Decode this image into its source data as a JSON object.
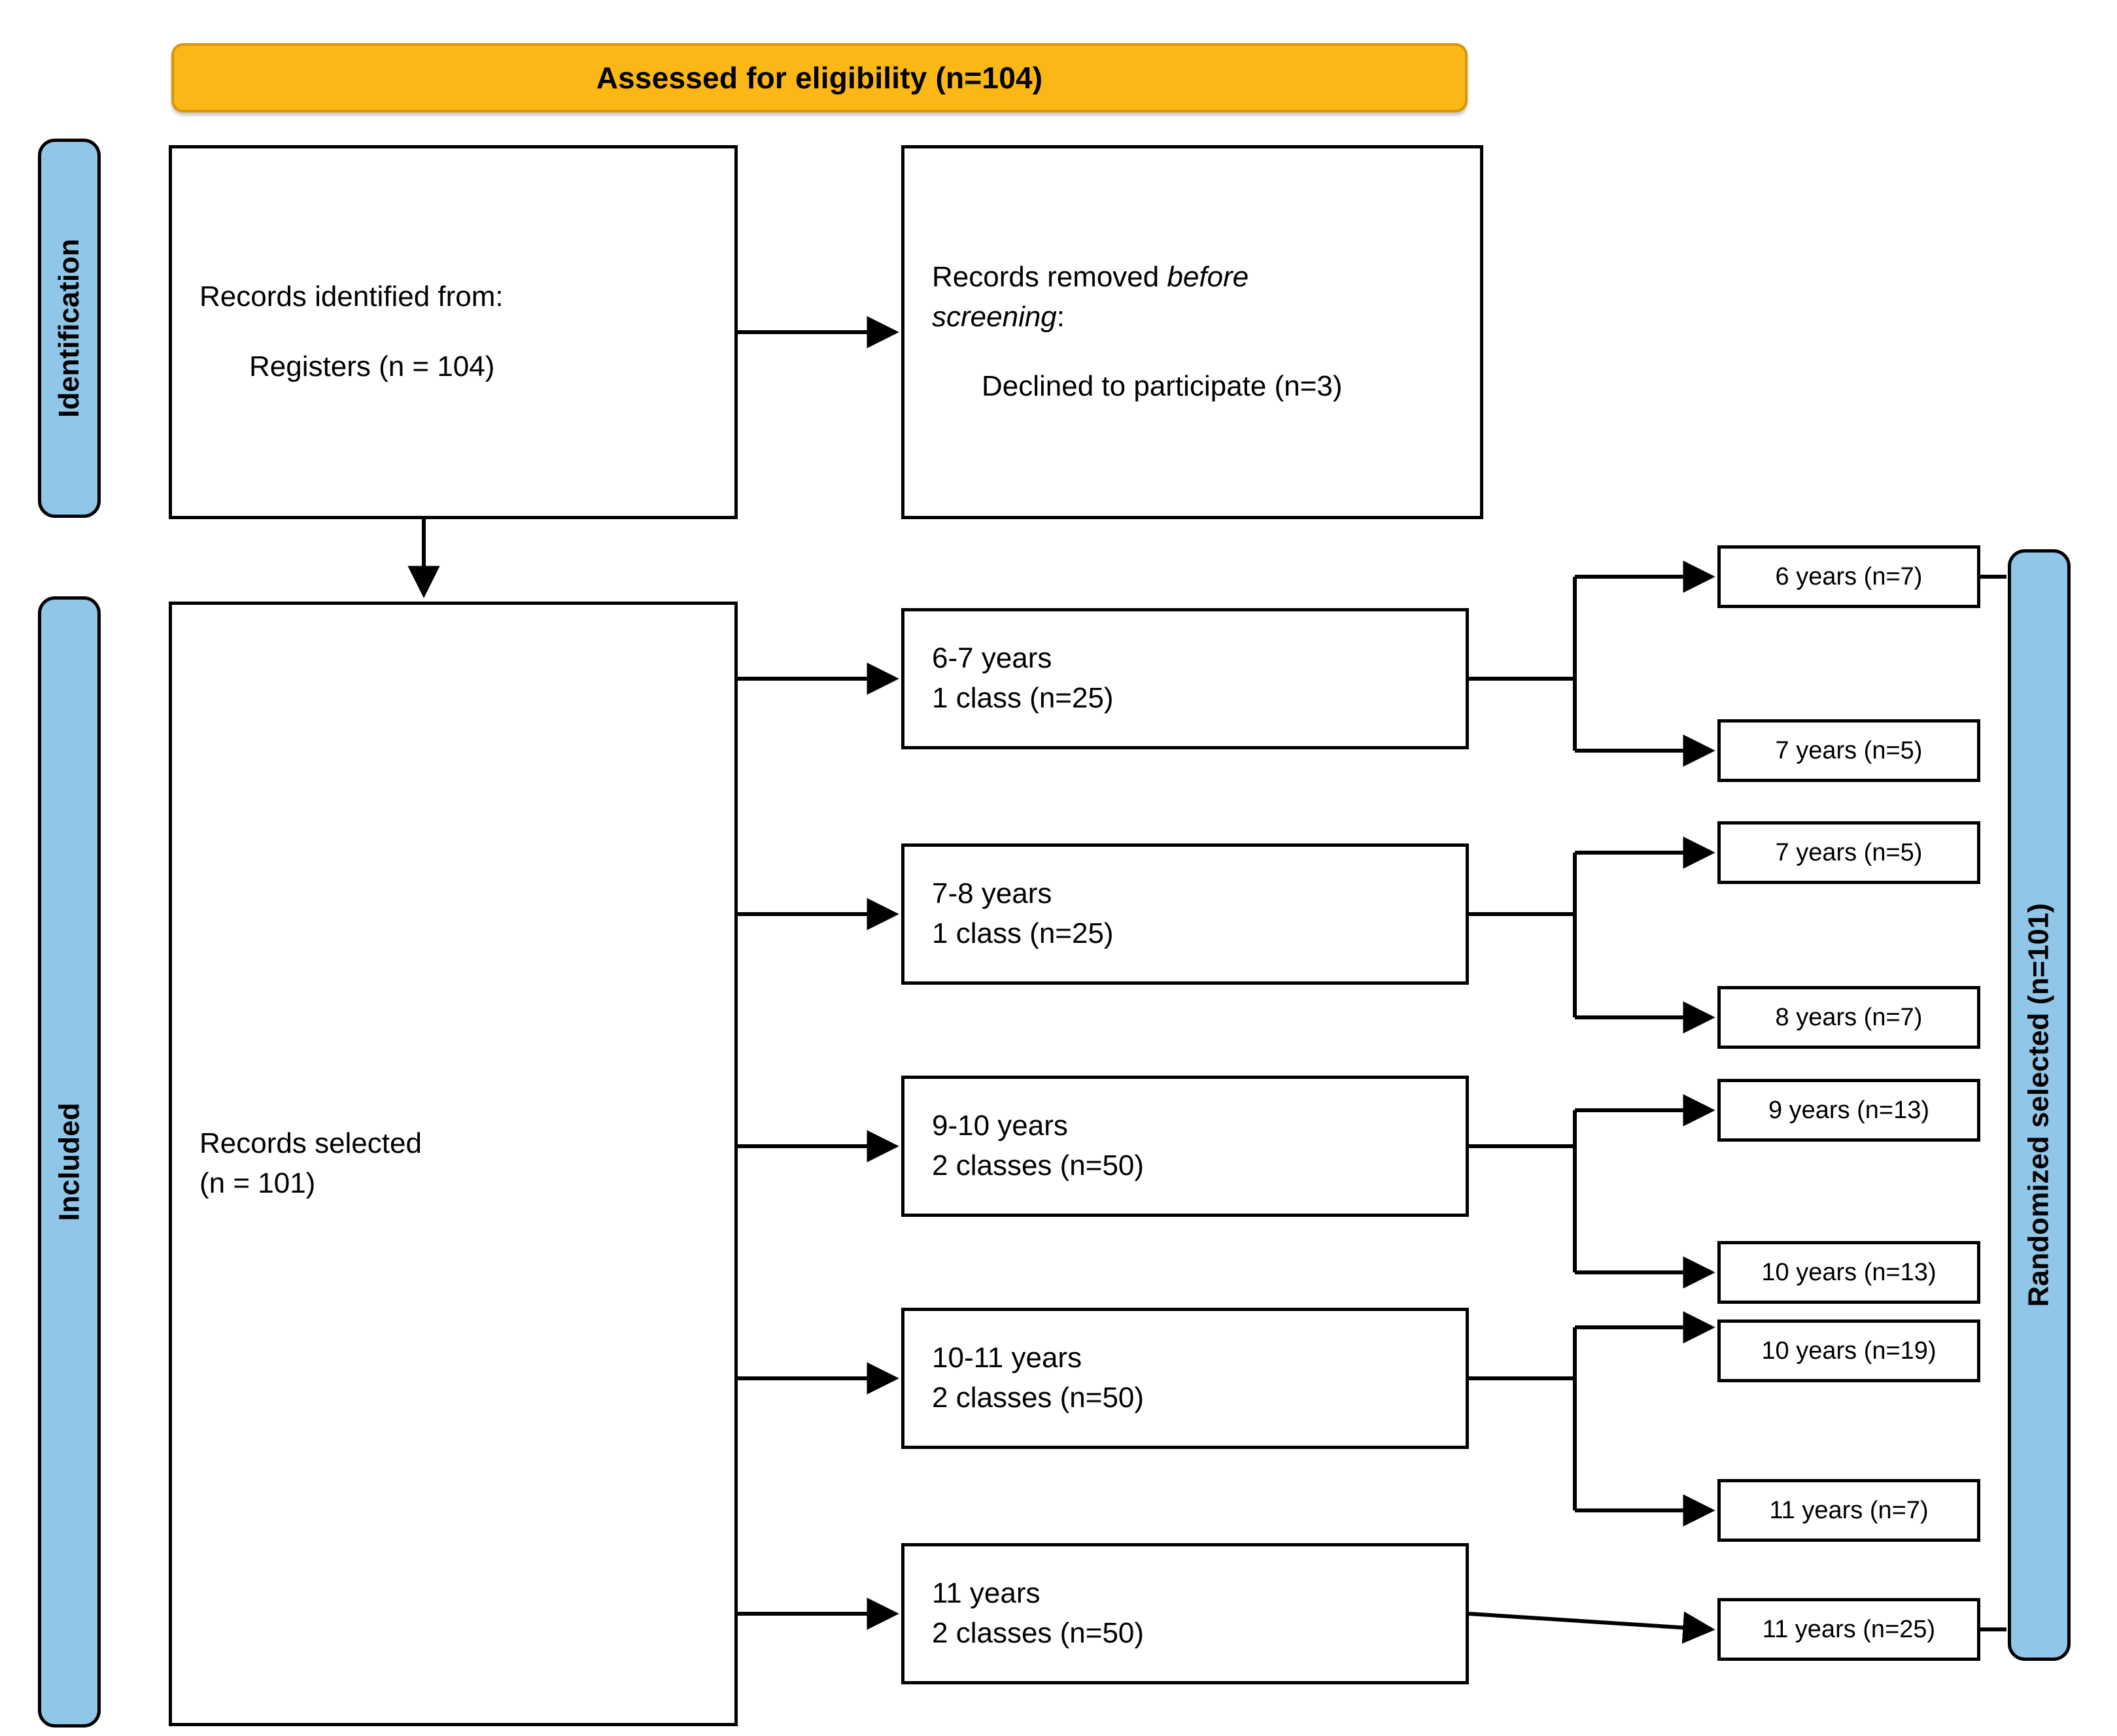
{
  "header": {
    "title": "Assessed for eligibility (n=104)",
    "color": "#FBB716"
  },
  "stages": {
    "identification": "Identification",
    "included": "Included",
    "randomized": "Randomized selected (n=101)",
    "color": "#90C6E7"
  },
  "identification": {
    "identified": {
      "line1": "Records identified from:",
      "line2": "Registers (n = 104)"
    },
    "removed": {
      "line1_prefix": "Records removed ",
      "line1_italic": "before",
      "line2_italic": "screening",
      "line2_suffix": ":",
      "line3": "Declined to participate (n=3)"
    }
  },
  "included": {
    "selected": {
      "line1": "Records selected",
      "line2": "(n = 101)"
    },
    "groups": [
      {
        "age": "6-7 years",
        "classes": "1 class (n=25)"
      },
      {
        "age": "7-8 years",
        "classes": "1 class (n=25)"
      },
      {
        "age": "9-10 years",
        "classes": "2 classes (n=50)"
      },
      {
        "age": "10-11 years",
        "classes": "2 classes (n=50)"
      },
      {
        "age": "11 years",
        "classes": "2 classes (n=50)"
      }
    ],
    "leaves": [
      {
        "label": "6 years (n=7)"
      },
      {
        "label": "7 years (n=5)"
      },
      {
        "label": "7 years (n=5)"
      },
      {
        "label": "8 years (n=7)"
      },
      {
        "label": "9 years (n=13)"
      },
      {
        "label": "10 years (n=13)"
      },
      {
        "label": "10 years (n=19)"
      },
      {
        "label": "11 years (n=7)"
      },
      {
        "label": "11 years (n=25)"
      }
    ]
  },
  "chart_data": {
    "type": "diagram",
    "title": "PRISMA flow diagram of participant selection",
    "nodes": [
      {
        "id": "assessed",
        "label": "Assessed for eligibility (n=104)",
        "n": 104,
        "stage": "header"
      },
      {
        "id": "identified",
        "label": "Records identified from: Registers (n = 104)",
        "n": 104,
        "stage": "Identification"
      },
      {
        "id": "removed",
        "label": "Records removed before screening: Declined to participate (n=3)",
        "n": 3,
        "stage": "Identification"
      },
      {
        "id": "selected",
        "label": "Records selected (n = 101)",
        "n": 101,
        "stage": "Included"
      },
      {
        "id": "g1",
        "label": "6-7 years 1 class (n=25)",
        "n": 25,
        "stage": "Included"
      },
      {
        "id": "g2",
        "label": "7-8 years 1 class (n=25)",
        "n": 25,
        "stage": "Included"
      },
      {
        "id": "g3",
        "label": "9-10 years 2 classes (n=50)",
        "n": 50,
        "stage": "Included"
      },
      {
        "id": "g4",
        "label": "10-11 years 2 classes (n=50)",
        "n": 50,
        "stage": "Included"
      },
      {
        "id": "g5",
        "label": "11 years 2 classes (n=50)",
        "n": 50,
        "stage": "Included"
      },
      {
        "id": "l1",
        "label": "6 years (n=7)",
        "n": 7,
        "stage": "Randomized selected"
      },
      {
        "id": "l2",
        "label": "7 years (n=5)",
        "n": 5,
        "stage": "Randomized selected"
      },
      {
        "id": "l3",
        "label": "7 years (n=5)",
        "n": 5,
        "stage": "Randomized selected"
      },
      {
        "id": "l4",
        "label": "8 years (n=7)",
        "n": 7,
        "stage": "Randomized selected"
      },
      {
        "id": "l5",
        "label": "9 years (n=13)",
        "n": 13,
        "stage": "Randomized selected"
      },
      {
        "id": "l6",
        "label": "10 years (n=13)",
        "n": 13,
        "stage": "Randomized selected"
      },
      {
        "id": "l7",
        "label": "10 years (n=19)",
        "n": 19,
        "stage": "Randomized selected"
      },
      {
        "id": "l8",
        "label": "11 years (n=7)",
        "n": 7,
        "stage": "Randomized selected"
      },
      {
        "id": "l9",
        "label": "11 years (n=25)",
        "n": 25,
        "stage": "Randomized selected"
      }
    ],
    "edges": [
      {
        "from": "identified",
        "to": "removed"
      },
      {
        "from": "identified",
        "to": "selected"
      },
      {
        "from": "selected",
        "to": "g1"
      },
      {
        "from": "selected",
        "to": "g2"
      },
      {
        "from": "selected",
        "to": "g3"
      },
      {
        "from": "selected",
        "to": "g4"
      },
      {
        "from": "selected",
        "to": "g5"
      },
      {
        "from": "g1",
        "to": "l1"
      },
      {
        "from": "g1",
        "to": "l2"
      },
      {
        "from": "g2",
        "to": "l3"
      },
      {
        "from": "g2",
        "to": "l4"
      },
      {
        "from": "g3",
        "to": "l5"
      },
      {
        "from": "g3",
        "to": "l6"
      },
      {
        "from": "g4",
        "to": "l7"
      },
      {
        "from": "g4",
        "to": "l8"
      },
      {
        "from": "g5",
        "to": "l9"
      }
    ]
  }
}
